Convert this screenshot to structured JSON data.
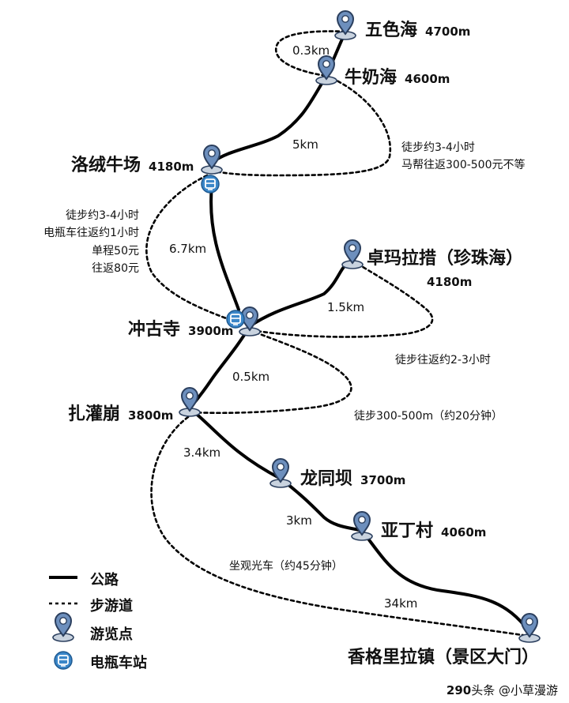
{
  "places": {
    "wusehai": {
      "name": "五色海",
      "alt": "4700m"
    },
    "niunaihai": {
      "name": "牛奶海",
      "alt": "4600m"
    },
    "luorong": {
      "name": "洛绒牛场",
      "alt": "4180m"
    },
    "zhuoma": {
      "name": "卓玛拉措（珍珠海）",
      "alt": "4180m"
    },
    "chonggu": {
      "name": "冲古寺",
      "alt": "3900m"
    },
    "zhaguanbeng": {
      "name": "扎灌崩",
      "alt": "3800m"
    },
    "longtongba": {
      "name": "龙同坝",
      "alt": "3700m"
    },
    "yading": {
      "name": "亚丁村",
      "alt": "4060m"
    },
    "xianggelila": {
      "name": "香格里拉镇（景区大门）"
    }
  },
  "distances": {
    "wuse_niunai": "0.3km",
    "niunai_luorong": "5km",
    "luorong_chonggu": "6.7km",
    "chonggu_zhuoma": "1.5km",
    "chonggu_zhaguan": "0.5km",
    "zhaguan_longtong": "3.4km",
    "longtong_yading": "3km",
    "yading_xianggelila": "34km"
  },
  "notes": {
    "niunai_walk": [
      "徒步约3-4小时",
      "马帮往返300-500元不等"
    ],
    "luorong_walk": [
      "徒步约3-4小时",
      "电瓶车往返约1小时",
      "单程50元",
      "往返80元"
    ],
    "zhuoma_walk": "徒步往返约2-3小时",
    "zhaguan_walk": "徒步300-500m（约20分钟）",
    "sightseeing_bus": "坐观光车（约45分钟）"
  },
  "legend": {
    "road": "公路",
    "trail": "步游道",
    "viewpoint": "游览点",
    "ev_station": "电瓶车站"
  },
  "colors": {
    "pin_fill": "#6d8fbd",
    "pin_stroke": "#2b3f5e",
    "station_fill": "#3a86c8",
    "line": "#000000"
  },
  "icons": {
    "viewpoint": "map-pin-icon",
    "ev_station": "ev-station-icon"
  },
  "watermark": {
    "number": "290",
    "text": "头条 @小草漫游"
  }
}
